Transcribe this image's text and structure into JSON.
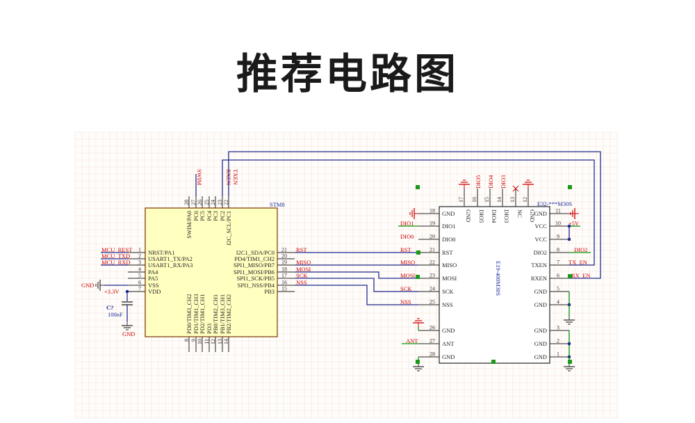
{
  "title": "推荐电路图",
  "colors": {
    "wire": "#1f2a8c",
    "net": "#cc0000",
    "junction": "#1f2a8c",
    "power": "#009900",
    "stm_fill": "#ffffc0",
    "grid": "#f2e3d8"
  },
  "stm": {
    "ref": "STM8",
    "left_pins": [
      {
        "num": "1",
        "label": "NRST/PA1",
        "net": "MCU_REST"
      },
      {
        "num": "2",
        "label": "USART1_TX/PA2",
        "net": "MCU_TXD"
      },
      {
        "num": "3",
        "label": "USART1_RX/PA3",
        "net": "MCU_RXD"
      },
      {
        "num": "4",
        "label": "PA4",
        "net": ""
      },
      {
        "num": "5",
        "label": "PA5",
        "net": ""
      },
      {
        "num": "6",
        "label": "VSS",
        "net": "GND"
      },
      {
        "num": "7",
        "label": "VDD",
        "net": "+3.3V"
      }
    ],
    "right_pins": [
      {
        "num": "21",
        "label": "I2C1_SDA/PC0",
        "net": "RST"
      },
      {
        "num": "20",
        "label": "PD4/TIM1_CH2",
        "net": ""
      },
      {
        "num": "19",
        "label": "SPI1_MISO/PB7",
        "net": "MISO"
      },
      {
        "num": "18",
        "label": "SPI1_MOSI/PB6",
        "net": "MOSI"
      },
      {
        "num": "17",
        "label": "SPI1_SCK/PB5",
        "net": "SCK"
      },
      {
        "num": "16",
        "label": "SPI1_NSS/PB4",
        "net": "NSS"
      },
      {
        "num": "15",
        "label": "PB3",
        "net": ""
      }
    ],
    "top_pins": [
      {
        "num": "28",
        "label": "SWIM/PA0"
      },
      {
        "num": "27",
        "label": "PC6"
      },
      {
        "num": "26",
        "label": "PC5"
      },
      {
        "num": "25",
        "label": "PC4"
      },
      {
        "num": "24",
        "label": "PC3"
      },
      {
        "num": "23",
        "label": "PC2"
      },
      {
        "num": "22",
        "label": "I2C_SCL/PC1"
      }
    ],
    "top_nets": [
      "SWIM",
      "RXEN",
      "TXEN"
    ],
    "bottom_pins": [
      {
        "num": "8",
        "label": "PD0/TIM3_CH2"
      },
      {
        "num": "9",
        "label": "PD1/TIM1_CH3"
      },
      {
        "num": "10",
        "label": "PD2/TIM1_CH1"
      },
      {
        "num": "11",
        "label": "PD3"
      },
      {
        "num": "12",
        "label": "PB0/TIM2_CH1"
      },
      {
        "num": "13",
        "label": "PB1/TIM3_CH1"
      },
      {
        "num": "14",
        "label": "PB2/TIM2_CH2"
      }
    ]
  },
  "cap": {
    "ref": "C?",
    "value": "100nF",
    "gnd": "GND"
  },
  "module": {
    "ref": "E32-***M30S",
    "part": "E19-400M30S",
    "left_pins": [
      {
        "num": "18",
        "label": "GND",
        "net": ""
      },
      {
        "num": "19",
        "label": "DIO1",
        "net": "DIO1"
      },
      {
        "num": "20",
        "label": "DIO0",
        "net": "DIO0"
      },
      {
        "num": "21",
        "label": "RST",
        "net": "RST"
      },
      {
        "num": "22",
        "label": "MISO",
        "net": "MISO"
      },
      {
        "num": "23",
        "label": "MOSI",
        "net": "MOSI"
      },
      {
        "num": "24",
        "label": "SCK",
        "net": "SCK"
      },
      {
        "num": "25",
        "label": "NSS",
        "net": "NSS"
      },
      {
        "num": "26",
        "label": "GND",
        "net": ""
      },
      {
        "num": "27",
        "label": "ANT",
        "net": "ANT"
      },
      {
        "num": "28",
        "label": "GND",
        "net": ""
      }
    ],
    "right_pins": [
      {
        "num": "11",
        "label": "GND",
        "net": ""
      },
      {
        "num": "10",
        "label": "VCC",
        "net": "+5V"
      },
      {
        "num": "9",
        "label": "VCC",
        "net": ""
      },
      {
        "num": "8",
        "label": "DIO2",
        "net": "DIO2"
      },
      {
        "num": "7",
        "label": "TXEN",
        "net": "TX_EN"
      },
      {
        "num": "6",
        "label": "RXEN",
        "net": "RX_EN"
      },
      {
        "num": "5",
        "label": "GND",
        "net": ""
      },
      {
        "num": "4",
        "label": "GND",
        "net": ""
      },
      {
        "num": "3",
        "label": "GND",
        "net": ""
      },
      {
        "num": "2",
        "label": "GND",
        "net": ""
      },
      {
        "num": "1",
        "label": "GND",
        "net": ""
      }
    ],
    "top_pins": [
      {
        "num": "17",
        "label": "GND",
        "net": ""
      },
      {
        "num": "16",
        "label": "DIO5",
        "net": "DIO5"
      },
      {
        "num": "15",
        "label": "DIO4",
        "net": "DIO4"
      },
      {
        "num": "14",
        "label": "DIO3",
        "net": "DIO3"
      },
      {
        "num": "13",
        "label": "NC",
        "net": ""
      },
      {
        "num": "12",
        "label": "GND",
        "net": ""
      }
    ]
  }
}
